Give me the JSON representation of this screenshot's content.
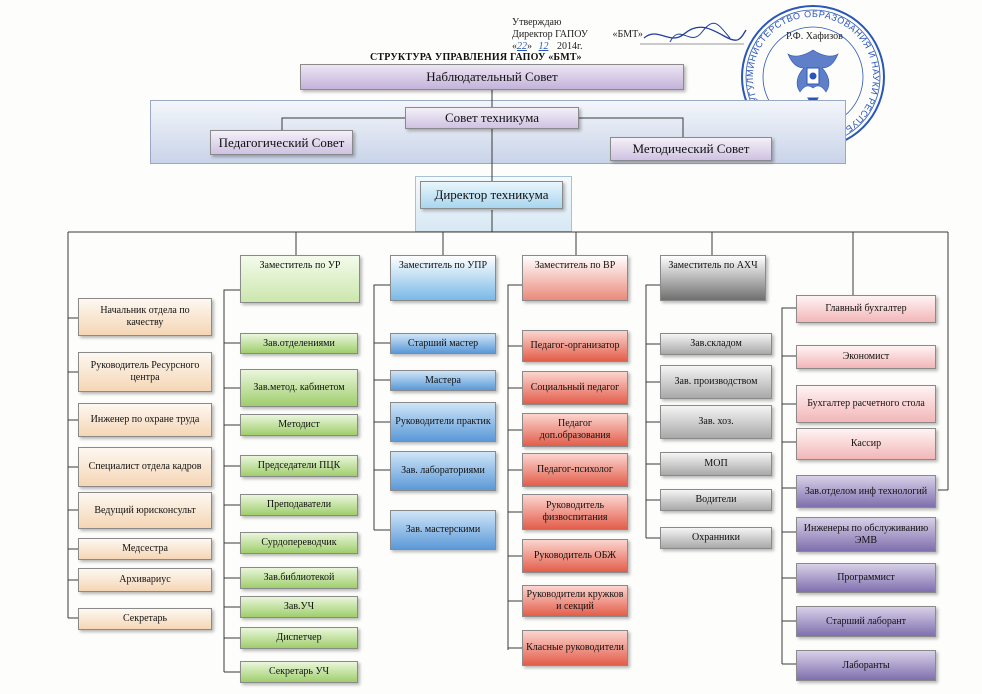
{
  "approval": {
    "line1": "Утверждаю",
    "line2_prefix": "Директор ГАПОУ",
    "line2_org": "«БМТ»",
    "line2_name": "Р.Ф. Хафизов",
    "date_day": "22",
    "date_month": "12",
    "date_year": "2014г."
  },
  "title": "СТРУКТУРА УПРАВЛЕНИЯ ГАПОУ «БМТ»",
  "top": {
    "supervisory": "Наблюдательный Совет",
    "tech_council": "Совет техникума",
    "ped_council": "Педагогический Совет",
    "method_council": "Методический Совет",
    "director": "Директор техникума"
  },
  "left_column": [
    "Начальник отдела по качеству",
    "Руководитель Ресурсного центра",
    "Инженер по охране труда",
    "Специалист отдела кадров",
    "Ведущий юрисконсульт",
    "Медсестра",
    "Архивариус",
    "Секретарь"
  ],
  "deputy_ur": {
    "head": "Заместитель по УР",
    "items": [
      "Зав.отделениями",
      "Зав.метод. кабинетом",
      "Методист",
      "Председатели ПЦК",
      "Преподаватели",
      "Сурдопереводчик",
      "Зав.библиотекой",
      "Зав.УЧ",
      "Диспетчер",
      "Секретарь УЧ"
    ]
  },
  "deputy_upr": {
    "head": "Заместитель по УПР",
    "items": [
      "Старший мастер",
      "Мастера",
      "Руководители практик",
      "Зав. лабораториями",
      "Зав. мастерскими"
    ]
  },
  "deputy_vr": {
    "head": "Заместитель по ВР",
    "items": [
      "Педагог-организатор",
      "Социальный педагог",
      "Педагог доп.образования",
      "Педагог-психолог",
      "Руководитель физвоспитания",
      "Руководитель ОБЖ",
      "Руководители кружков и секций",
      "Класные руководители"
    ]
  },
  "deputy_ahch": {
    "head": "Заместитель по АХЧ",
    "items": [
      "Зав.складом",
      "Зав. производством",
      "Зав. хоз.",
      "МОП",
      "Водители",
      "Охранники"
    ]
  },
  "right_column": [
    "Главный бухгалтер",
    "Экономист",
    "Бухгалтер расчетного стола",
    "Кассир",
    "Зав.отделом инф технологий",
    "Инженеры по обслуживанию ЭМВ",
    "Программист",
    "Старший лаборант",
    "Лаборанты"
  ],
  "stamp": {
    "text": "МИНИСТЕРСТВО ОБРАЗОВАНИЯ И НАУКИ РЕСПУБЛИКИ ТАТАРСТАН · БУГУЛЬМИНСКИЙ МАШИНОСТРОИТЕЛЬНЫЙ ТЕХНИКУМ ·",
    "color": "#2a56b8"
  },
  "colors": {
    "lines": "#3a3a3a"
  }
}
